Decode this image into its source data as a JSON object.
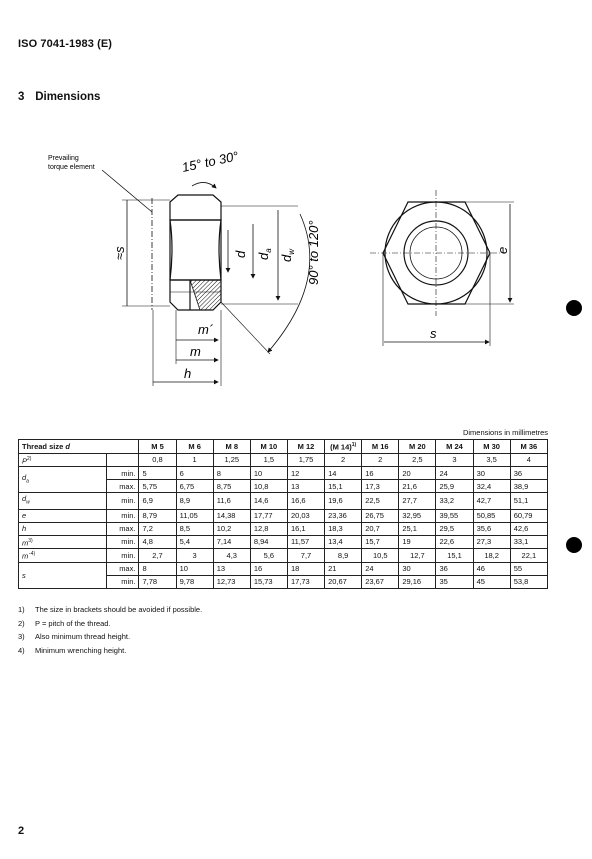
{
  "header": {
    "standard": "ISO 7041-1983 (E)",
    "page_number": "2"
  },
  "section": {
    "number": "3",
    "title": "Dimensions"
  },
  "figure": {
    "annotation": [
      "Prevailing",
      "torque element"
    ],
    "angle_top": "15° to 30°",
    "angle_side": "90° to 120°",
    "labels": {
      "s": "s",
      "d": "d",
      "da": "a",
      "dw": "w",
      "m_prime": "m´",
      "m": "m",
      "h": "h",
      "e": "e"
    }
  },
  "table": {
    "units_note": "Dimensions in millimetres",
    "header_label": "Thread size",
    "header_var": "d",
    "sizes": [
      "M 5",
      "M 6",
      "M 8",
      "M 10",
      "M 12",
      "(M 14)",
      "M 16",
      "M 20",
      "M 24",
      "M 30",
      "M 36"
    ],
    "size_sup": {
      "5": "1)"
    },
    "rows": [
      {
        "name": "P",
        "sup": "2)",
        "limit": "",
        "values": [
          "0,8",
          "1",
          "1,25",
          "1,5",
          "1,75",
          "2",
          "2",
          "2,5",
          "3",
          "3,5",
          "4"
        ],
        "align": "c"
      },
      {
        "name": "d",
        "sub": "a",
        "limit": "min.",
        "values": [
          "5",
          "6",
          "8",
          "10",
          "12",
          "14",
          "16",
          "20",
          "24",
          "30",
          "36"
        ],
        "align": "val",
        "span": 2
      },
      {
        "name": "",
        "limit": "max.",
        "values": [
          "5,75",
          "6,75",
          "8,75",
          "10,8",
          "13",
          "15,1",
          "17,3",
          "21,6",
          "25,9",
          "32,4",
          "38,9"
        ],
        "align": "val",
        "cont": true
      },
      {
        "name": "d",
        "sub": "w",
        "limit": "min.",
        "values": [
          "6,9",
          "8,9",
          "11,6",
          "14,6",
          "16,6",
          "19,6",
          "22,5",
          "27,7",
          "33,2",
          "42,7",
          "51,1"
        ],
        "align": "val"
      },
      {
        "name": "e",
        "limit": "min.",
        "values": [
          "8,79",
          "11,05",
          "14,38",
          "17,77",
          "20,03",
          "23,36",
          "26,75",
          "32,95",
          "39,55",
          "50,85",
          "60,79"
        ],
        "align": "val"
      },
      {
        "name": "h",
        "limit": "max.",
        "values": [
          "7,2",
          "8,5",
          "10,2",
          "12,8",
          "16,1",
          "18,3",
          "20,7",
          "25,1",
          "29,5",
          "35,6",
          "42,6"
        ],
        "align": "val"
      },
      {
        "name": "m",
        "sup": "3)",
        "limit": "min.",
        "values": [
          "4,8",
          "5,4",
          "7,14",
          "8,94",
          "11,57",
          "13,4",
          "15,7",
          "19",
          "22,6",
          "27,3",
          "33,1"
        ],
        "align": "val"
      },
      {
        "name": "m´",
        "sup": "4)",
        "limit": "min.",
        "values": [
          "2,7",
          "3",
          "4,3",
          "5,6",
          "7,7",
          "8,9",
          "10,5",
          "12,7",
          "15,1",
          "18,2",
          "22,1"
        ],
        "align": "c"
      },
      {
        "name": "s",
        "limit": "max.",
        "values": [
          "8",
          "10",
          "13",
          "16",
          "18",
          "21",
          "24",
          "30",
          "36",
          "46",
          "55"
        ],
        "align": "val",
        "span": 2
      },
      {
        "name": "",
        "limit": "min.",
        "values": [
          "7,78",
          "9,78",
          "12,73",
          "15,73",
          "17,73",
          "20,67",
          "23,67",
          "29,16",
          "35",
          "45",
          "53,8"
        ],
        "align": "val",
        "cont": true
      }
    ]
  },
  "footnotes": [
    {
      "mark": "1)",
      "text": "The size in brackets should be avoided if possible."
    },
    {
      "mark": "2)",
      "text": "P = pitch of the thread."
    },
    {
      "mark": "3)",
      "text": "Also minimum thread height."
    },
    {
      "mark": "4)",
      "text": "Minimum wrenching height."
    }
  ]
}
